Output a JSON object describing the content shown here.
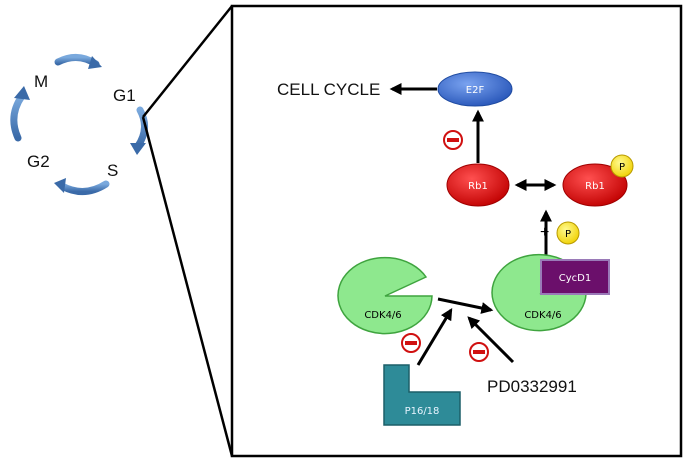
{
  "cycle": {
    "phases": {
      "m": "M",
      "g1": "G1",
      "s": "S",
      "g2": "G2"
    }
  },
  "pathway": {
    "output_label": "CELL CYCLE",
    "e2f": "E2F",
    "rb1_left": "Rb1",
    "rb1_right": "Rb1",
    "phospho_badge": "P",
    "phospho_add_sign": "+",
    "phospho_free": "P",
    "cdk_left": "CDK4/6",
    "cdk_right": "CDK4/6",
    "cyclin": "CycD1",
    "inhibitor": "P16/18",
    "drug": "PD0332991"
  },
  "colors": {
    "e2f": "#3b6fd8",
    "rb1": "#e01010",
    "phosphate": "#ffe800",
    "cdk": "#8ee88e",
    "cyclin": "#6b0f6b",
    "inhibitor": "#2e8b98",
    "cycle_arrows": "#4a7fc0",
    "inhibition": "#d01010"
  }
}
